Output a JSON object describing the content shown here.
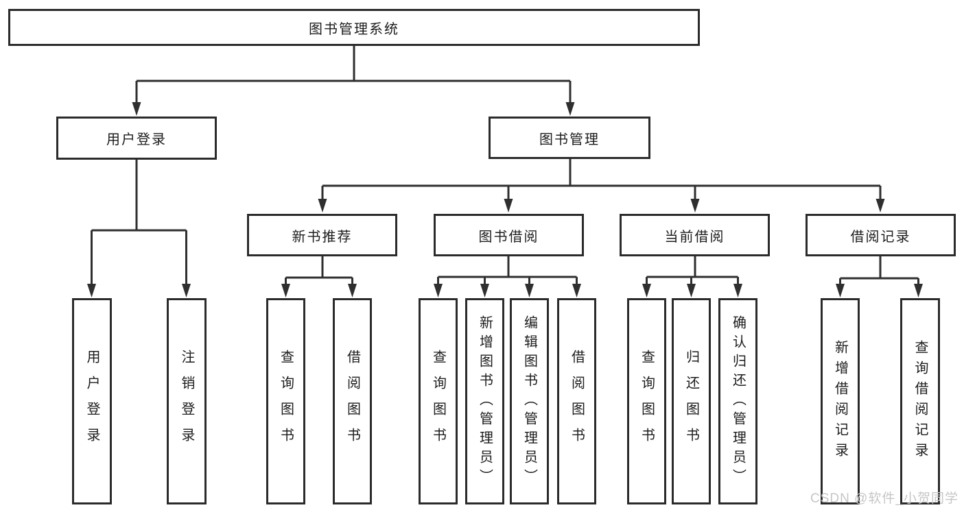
{
  "diagram": {
    "root": {
      "label": "图书管理系统"
    },
    "branches": [
      {
        "label": "用户登录",
        "children": [
          {
            "label": "用户登录"
          },
          {
            "label": "注销登录"
          }
        ]
      },
      {
        "label": "图书管理",
        "children": [
          {
            "label": "新书推荐",
            "children": [
              {
                "label": "查询图书"
              },
              {
                "label": "借阅图书"
              }
            ]
          },
          {
            "label": "图书借阅",
            "children": [
              {
                "label": "查询图书"
              },
              {
                "label": "新增图书（管理员）"
              },
              {
                "label": "编辑图书（管理员）"
              },
              {
                "label": "借阅图书"
              }
            ]
          },
          {
            "label": "当前借阅",
            "children": [
              {
                "label": "查询图书"
              },
              {
                "label": "归还图书"
              },
              {
                "label": "确认归还（管理员）"
              }
            ]
          },
          {
            "label": "借阅记录",
            "children": [
              {
                "label": "新增借阅记录"
              },
              {
                "label": "查询借阅记录"
              }
            ]
          }
        ]
      }
    ]
  },
  "watermark": {
    "text": "CSDN @软件_小贺同学"
  },
  "colors": {
    "line": "#2f2f2f",
    "box_border": "#2b2b2b",
    "text": "#1c1c1c",
    "watermark": "#c6c6c6",
    "background": "#ffffff"
  }
}
